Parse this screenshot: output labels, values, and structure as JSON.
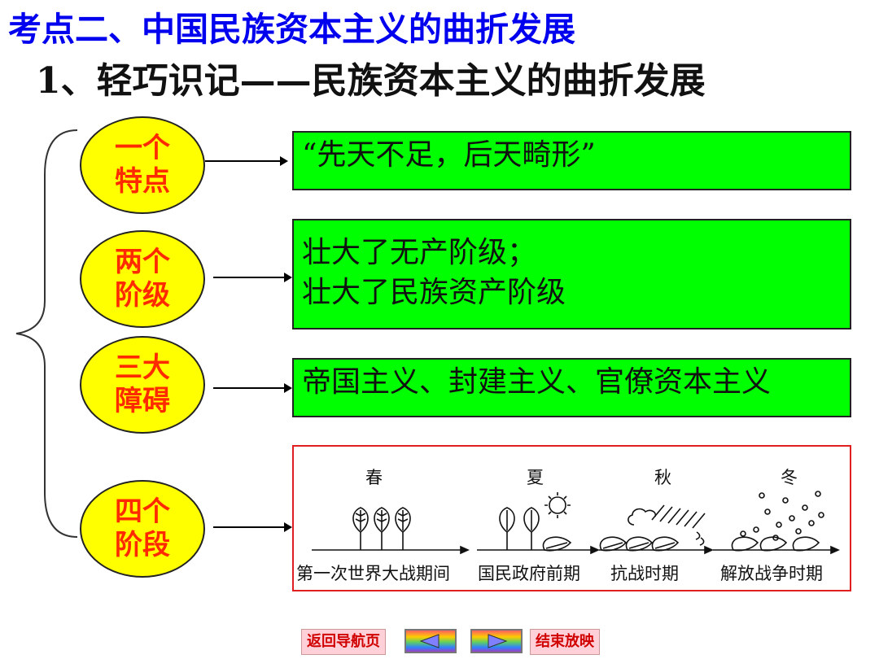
{
  "slide": {
    "title": "考点二、中国民族资本主义的曲折发展",
    "subtitle": "1、轻巧识记——民族资本主义的曲折发展"
  },
  "items": [
    {
      "label": "一个\n特点",
      "content": [
        "“先天不足，后天畸形”"
      ]
    },
    {
      "label": "两个\n阶级",
      "content": [
        "壮大了无产阶级；",
        "壮大了民族资产阶级"
      ]
    },
    {
      "label": "三大\n障碍",
      "content": [
        "帝国主义、封建主义、官僚资本主义"
      ]
    },
    {
      "label": "四个\n阶段"
    }
  ],
  "stages": {
    "seasons": [
      "春",
      "夏",
      "秋",
      "冬"
    ],
    "periods": [
      "第一次世界大战期间",
      "国民政府前期",
      "抗战时期",
      "解放战争时期"
    ]
  },
  "nav": {
    "back": "返回导航页",
    "end": "结束放映"
  },
  "colors": {
    "title": "#0000ee",
    "circle_fill": "#ffff00",
    "circle_text": "#ff2a00",
    "box_fill": "#00ff00",
    "stages_border": "#e02020"
  }
}
